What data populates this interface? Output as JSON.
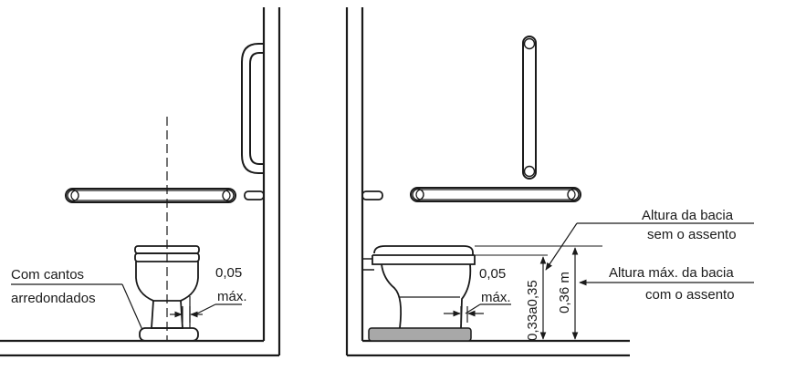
{
  "left_view": {
    "label_corners_line1": "Com cantos",
    "label_corners_line2": "arredondados",
    "gap_value": "0,05",
    "gap_max": "máx."
  },
  "right_view": {
    "gap_value": "0,05",
    "gap_max": "máx.",
    "height_range_label": "0,33a0,35",
    "height_max_label": "0,36 m",
    "label_bowl_height_line1": "Altura da bacia",
    "label_bowl_height_line2": "sem o assento",
    "label_bowl_max_line1": "Altura máx. da bacia",
    "label_bowl_max_line2": "com o assento"
  },
  "colors": {
    "line": "#1a1a1a",
    "floor_base": "#a8a8a8"
  }
}
